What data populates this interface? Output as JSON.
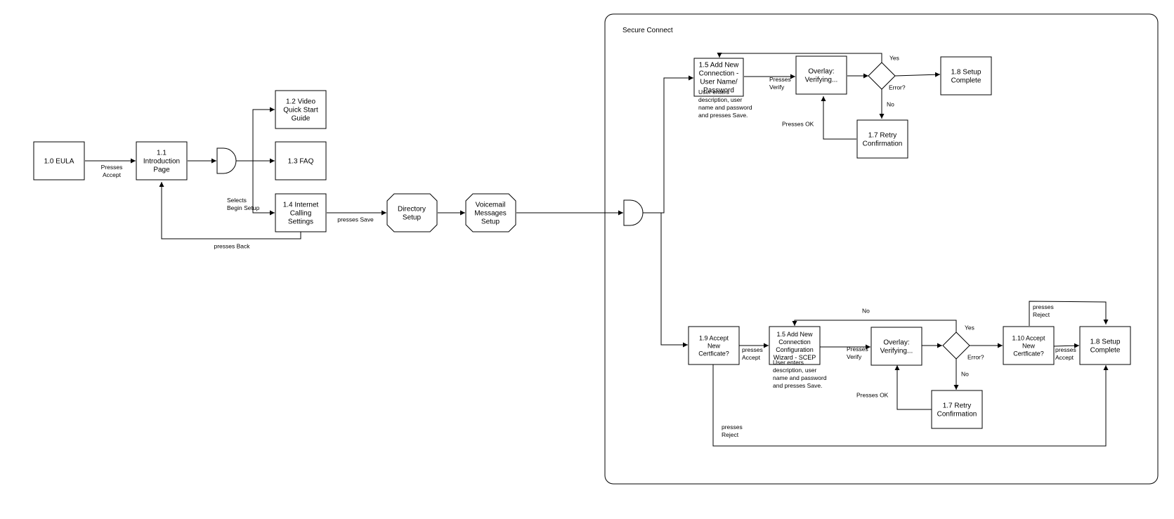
{
  "container": {
    "title": "Secure Connect"
  },
  "nodes": {
    "eula": {
      "lines": [
        "1.0 EULA"
      ]
    },
    "intro": {
      "lines": [
        "1.1",
        "Introduction",
        "Page"
      ]
    },
    "video": {
      "lines": [
        "1.2 Video",
        "Quick Start",
        "Guide"
      ]
    },
    "faq": {
      "lines": [
        "1.3 FAQ"
      ]
    },
    "internet": {
      "lines": [
        "1.4 Internet",
        "Calling",
        "Settings"
      ]
    },
    "directory": {
      "lines": [
        "Directory",
        "Setup"
      ]
    },
    "voicemail": {
      "lines": [
        "Voicemail",
        "Messages",
        "Setup"
      ]
    },
    "add_userpass": {
      "lines": [
        "1.5 Add New",
        "Connection -",
        "User Name/",
        "Password"
      ]
    },
    "overlay_top": {
      "lines": [
        "Overlay:",
        "Verifying..."
      ]
    },
    "setup_complete_top": {
      "lines": [
        "1.8 Setup",
        "Complete"
      ]
    },
    "retry_top": {
      "lines": [
        "1.7 Retry",
        "Confirmation"
      ]
    },
    "accept_cert_1": {
      "lines": [
        "1.9 Accept",
        "New",
        "Certficate?"
      ]
    },
    "add_scep": {
      "lines": [
        "1.5 Add New",
        "Connection",
        "Configuration",
        "Wizard - SCEP"
      ]
    },
    "overlay_bottom": {
      "lines": [
        "Overlay:",
        "Verifying..."
      ]
    },
    "accept_cert_2": {
      "lines": [
        "1.10 Accept",
        "New",
        "Certficate?"
      ]
    },
    "setup_complete_bottom": {
      "lines": [
        "1.8 Setup",
        "Complete"
      ]
    },
    "retry_bottom": {
      "lines": [
        "1.7 Retry",
        "Confirmation"
      ]
    }
  },
  "labels": {
    "presses_accept_1": [
      "Presses",
      "Accept"
    ],
    "selects_begin_setup": [
      "Selects",
      "Begin Setup"
    ],
    "presses_save": [
      "presses Save"
    ],
    "presses_back": [
      "presses Back"
    ],
    "presses_verify_top": [
      "Presses",
      "Verify"
    ],
    "yes_top": [
      "Yes"
    ],
    "error_top": [
      "Error?"
    ],
    "no_top": [
      "No"
    ],
    "presses_ok_top": [
      "Presses OK"
    ],
    "note_top": [
      "User enters",
      "description, user",
      "name and password",
      "and presses Save."
    ],
    "no_bottom_loop": [
      "No"
    ],
    "yes_bottom": [
      "Yes"
    ],
    "presses_reject_top": [
      "presses",
      "Reject"
    ],
    "presses_accept_2": [
      "presses",
      "Accept"
    ],
    "presses_verify_bottom": [
      "Presses",
      "Verify"
    ],
    "error_bottom": [
      "Error?"
    ],
    "presses_accept_3": [
      "presses",
      "Accept"
    ],
    "no_bottom": [
      "No"
    ],
    "note_bottom": [
      "User enters",
      "description, user",
      "name and password",
      "and presses Save."
    ],
    "presses_ok_bottom": [
      "Presses OK"
    ],
    "presses_reject_bottom": [
      "presses",
      "Reject"
    ]
  }
}
